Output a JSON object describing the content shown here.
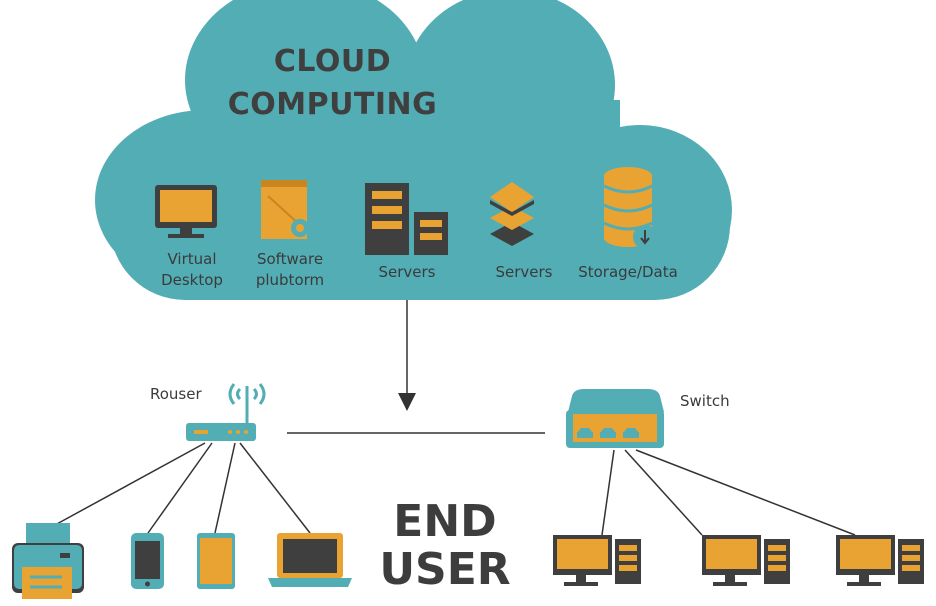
{
  "cloud": {
    "title_line1": "CLOUD",
    "title_line2": "COMPUTING",
    "color": "#52adb5",
    "services": [
      {
        "icon": "monitor-icon",
        "line1": "Virtual",
        "line2": "Desktop"
      },
      {
        "icon": "software-box-icon",
        "line1": "Software",
        "line2": "plubtorm"
      },
      {
        "icon": "server-rack-icon",
        "line1": "Servers",
        "line2": ""
      },
      {
        "icon": "layers-icon",
        "line1": "Servers",
        "line2": ""
      },
      {
        "icon": "database-icon",
        "line1": "Storage/Data",
        "line2": ""
      }
    ]
  },
  "network": {
    "router_label": "Rouser",
    "switch_label": "Switch"
  },
  "end_user": {
    "line1": "END",
    "line2": "USER"
  },
  "devices_left": [
    "printer-icon",
    "smartphone-icon",
    "tablet-icon",
    "laptop-icon"
  ],
  "devices_right": [
    "desktop-pc-icon",
    "desktop-pc-icon",
    "desktop-pc-icon"
  ],
  "colors": {
    "accent": "#e8a332",
    "dark": "#3f3f3f",
    "teal": "#52adb5",
    "line": "#333333"
  }
}
